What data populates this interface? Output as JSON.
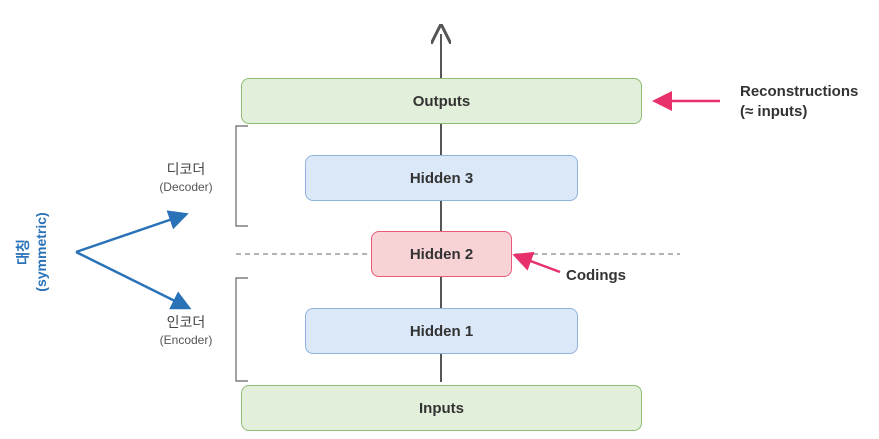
{
  "layers": {
    "outputs": "Outputs",
    "hidden3": "Hidden 3",
    "hidden2": "Hidden 2",
    "hidden1": "Hidden 1",
    "inputs": "Inputs"
  },
  "annotations": {
    "reconstructions_line1": "Reconstructions",
    "reconstructions_line2": "(≈ inputs)",
    "codings": "Codings",
    "decoder_kr": "디코더",
    "decoder_en": "(Decoder)",
    "encoder_kr": "인코더",
    "encoder_en": "(Encoder)",
    "symmetric_kr": "대칭",
    "symmetric_en": "(symmetric)"
  },
  "colors": {
    "green_fill": "#e2efda",
    "blue_fill": "#dae8f7",
    "pink_fill": "#f8d3d6",
    "pink_accent": "#e8306a",
    "blue_accent": "#2a72b8"
  }
}
